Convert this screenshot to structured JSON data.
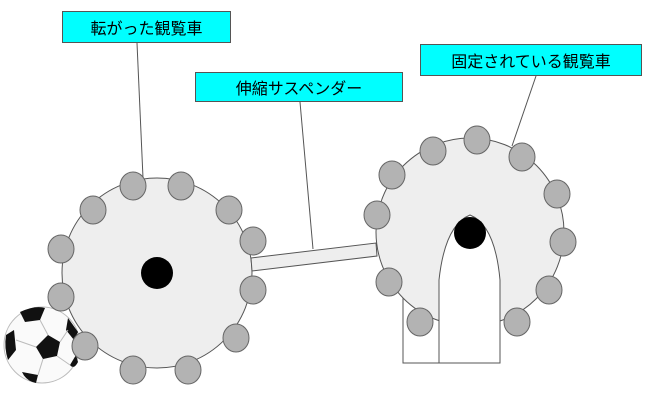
{
  "labels": {
    "rolling_wheel": "転がった観覧車",
    "suspender": "伸縮サスペンダー",
    "fixed_wheel": "固定されている観覧車"
  },
  "colors": {
    "label_bg": "#00FFFF",
    "wheel": "#EEEEEE",
    "gondola": "#B3B3B3",
    "hub": "#000000"
  }
}
